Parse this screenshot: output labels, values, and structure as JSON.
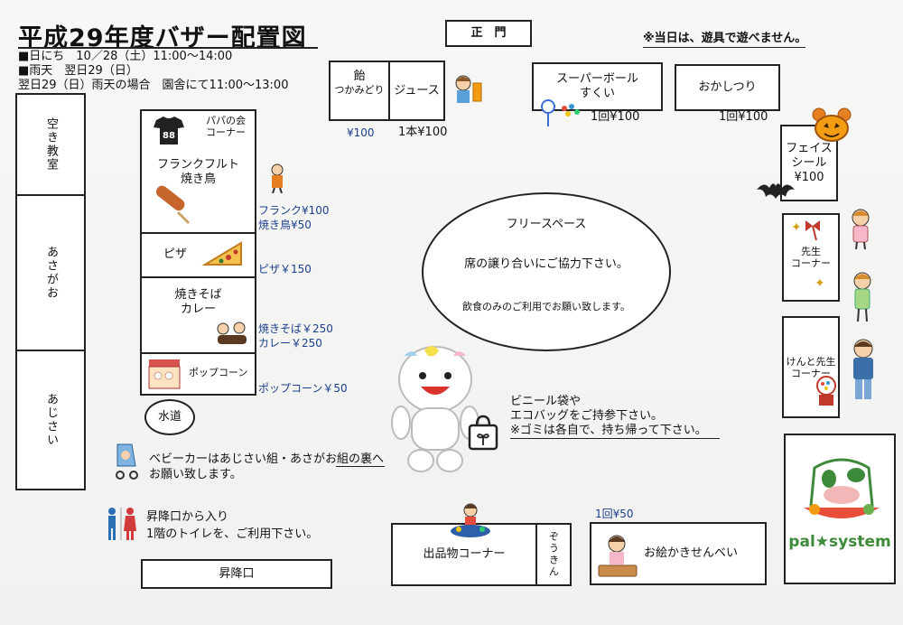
{
  "header": {
    "title": "平成29年度バザー配置図",
    "date_line": "■日にち　10／28（土）11:00～14:00",
    "rain_line": "■雨天　翌日29（日）",
    "rain_detail": "翌日29（日）雨天の場合　園舎にて11:00～13:00",
    "notice": "※当日は、遊具で遊べません。"
  },
  "main_gate": "正　門",
  "left_rooms": [
    "空き教室",
    "あさがお",
    "あじさい"
  ],
  "stalls": {
    "candy_label": "飴",
    "candy_sub": "つかみどり",
    "candy_price": "¥100",
    "juice_label": "ジュース",
    "juice_price": "1本¥100",
    "superball_label": "スーパーボール",
    "superball_sub": "すくい",
    "superball_price": "1回¥100",
    "okashi_label": "おかしつり",
    "okashi_price": "1回¥100",
    "face_seal_l1": "フェイス",
    "face_seal_l2": "シール",
    "face_seal_price": "¥100",
    "papa_l1": "パパの会",
    "papa_l2": "コーナー",
    "shirt_number": "88",
    "frank_l1": "フランクフルト",
    "frank_l2": "焼き鳥",
    "frank_price": "フランク¥100",
    "yakitori_price": "焼き鳥¥50",
    "pizza_label": "ピザ",
    "pizza_price": "ピザ￥150",
    "yakisoba_l1": "焼きそば",
    "yakisoba_l2": "カレー",
    "yakisoba_price": "焼きそば￥250",
    "curry_price": "カレー￥250",
    "popcorn_label": "ポップコーン",
    "popcorn_price": "ポップコーン￥50",
    "teacher_l1": "先生",
    "teacher_l2": "コーナー",
    "kendama_l1": "けんと先生",
    "kendama_l2": "コーナー",
    "shuppin_label": "出品物コーナー",
    "zoukin_label": "ぞうきん",
    "senbei_label": "お絵かきせんべい",
    "senbei_price": "1回¥50",
    "palsystem_label": "pal★system"
  },
  "free_space": {
    "title": "フリースペース",
    "line1": "席の譲り合いにご協力下さい。",
    "line2": "飲食のみのご利用でお願い致します。"
  },
  "notes": {
    "water": "水道",
    "bag_l1": "ビニール袋や",
    "bag_l2": "エコバッグをご持参下さい。",
    "bag_l3": "※ゴミは各自で、持ち帰って下さい。",
    "stroller_l1": "ベビーカーはあじさい組・あさがお組の裏へ",
    "stroller_l2": "お願い致します。",
    "toilet_l1": "昇降口から入り",
    "toilet_l2": "1階のトイレを、ご利用下さい。",
    "entrance": "昇降口"
  },
  "colors": {
    "blue_text": "#1a3f8f",
    "palsystem_green": "#3d8a3a",
    "toilet_man": "#2a6fb3",
    "toilet_woman": "#d23b3b"
  }
}
